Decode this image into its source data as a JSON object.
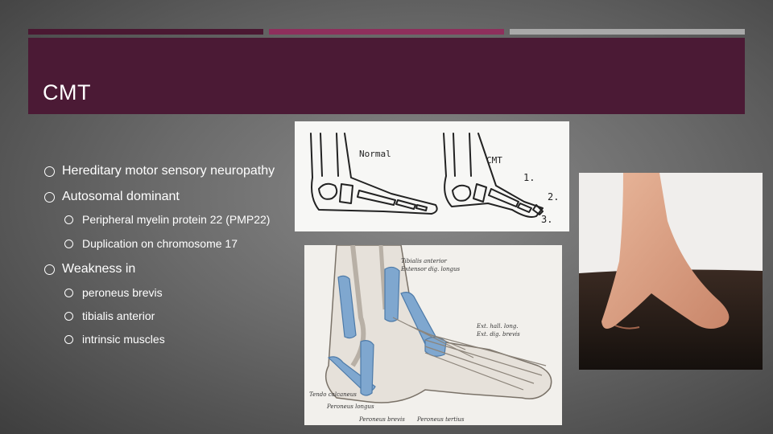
{
  "slide": {
    "title": "CMT",
    "bullets": [
      {
        "text": "Hereditary motor sensory neuropathy",
        "level": 1
      },
      {
        "text": "Autosomal dominant",
        "level": 1
      },
      {
        "text": "Peripheral myelin protein 22 (PMP22)",
        "level": 2
      },
      {
        "text": "Duplication on chromosome 17",
        "level": 2
      },
      {
        "text": "Weakness in",
        "level": 1
      },
      {
        "text": "peroneus brevis",
        "level": 2
      },
      {
        "text": "tibialis anterior",
        "level": 2
      },
      {
        "text": "intrinsic muscles",
        "level": 2
      }
    ]
  },
  "figures": {
    "diagram": {
      "label_normal": "Normal",
      "label_cmt": "CMT",
      "num_1": "1.",
      "num_2": "2.",
      "num_3": "3."
    },
    "anatomy": {
      "labels": [
        "Tibialis anterior",
        "Extensor dig. longus",
        "Ext. hall. long.",
        "Ext. dig. brevis",
        "Tendo calcaneus",
        "Peroneus longus",
        "Peroneus brevis",
        "Peroneus tertius"
      ]
    }
  },
  "colors": {
    "title_band": "#4b1a35",
    "accent_bar_1": "#4a1832",
    "accent_bar_2": "#8e2f5c",
    "accent_bar_3": "#a9a9a9"
  }
}
